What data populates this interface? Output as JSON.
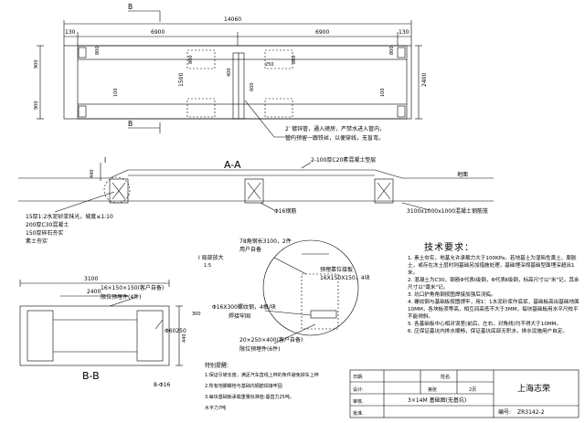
{
  "plan": {
    "section_mark": "B",
    "total_dim": "14060",
    "left_edge_dim": "130",
    "span_1": "6900",
    "span_2": "6900",
    "right_edge_dim": "130",
    "mid_width": "1500",
    "right_width": "2400",
    "left_inner": "800",
    "right_inner": "800",
    "pad_1": "800",
    "pad_2": "800",
    "gap_1": "400",
    "gap_2": "600",
    "wall_dim": "250",
    "small_dim_a": "100",
    "small_dim_b": "100",
    "left_dim": "900",
    "left_dim_2": "900",
    "conduit_note_1": "2′ 镀锌管，通入磅房，严禁水进入管内，",
    "conduit_note_2": "管内预留一跟铁丝，以便穿线，无盲弯。"
  },
  "section_aa": {
    "title": "A-A",
    "marker": "I",
    "floor_note": "2-100厚C20素混凝土垫层",
    "ground_label": "地面",
    "depth": "440",
    "rebar_note": "Φ16钢筋",
    "block_note": "3100x1000x1000混凝土钢筋笼",
    "layer_1": "15厚1:2水泥砂浆抹光，坡度≤1:10",
    "layer_2": "200厚C30混凝土",
    "layer_3": "150厚碎石夯实",
    "layer_4": "素土夯实"
  },
  "detail": {
    "title": "I 局部放大",
    "scale": "1:5",
    "angle_1": "78角钢长3100，2件",
    "angle_2": "用户自备",
    "embed_plate": "预埋靠位接板",
    "embed_spec": "16X150X150，4块",
    "anchor_bolt": "Φ16X300螺纹钢，4根/块",
    "anchor_weld": "焊接牢固",
    "base_plate": "20×250×400(客户自备)",
    "base_plate_2": "限位预埋件(6件)"
  },
  "section_bb": {
    "title": "B-B",
    "width": "3100",
    "inner": "2400",
    "plate_spec": "16×150×150(客户自备)",
    "plate_label": "限位预埋件(4件)",
    "pipe": "Φ60250",
    "bar": "8-Φ16",
    "height": "440",
    "side": "300"
  },
  "special_notes": {
    "title": "特别提醒:",
    "items": [
      "1.保证引坡长度，满足汽车直线上秤的条件避免掉车上秤",
      "2.所有地脚螺栓与基础内钢筋焊接牢固",
      "3.每块基础板承载重量标准值:垂直力25吨，",
      "水平力7吨"
    ]
  },
  "tech_req": {
    "title": "技术要求：",
    "items": [
      "1. 素土夯实，地基允许承载力大于100KPa，若地基土为湿陷性黄土、膨胀土，或存在冻土层时则基础另加措施处理，基础埋深视基础型面埋深超出1米。",
      "2. 混凝土为C30，钢筋Φ代表Ⅰ级钢，Φ代表Ⅱ级钢，标高尺寸以\"米\"记，其余尺寸以\"毫米\"记。",
      "3. 坑口护角角钢按图焊接加强后浇捣。",
      "4. 螺纹钢与基础板按图焊牢，用1：1水泥砂浆作底浆，基础板高出基础地面10MM，各块板须等高，相互间高低不大于3MM，每块基础板用水平尺校平不能倾斜。",
      "5. 各基础板中心相对误差(前后，左右，对角线)均不得大于10MM。",
      "6. 应保证基坑内排水顺畅，保证基坑底部无积水，排水设施用户自定。"
    ]
  },
  "title_block": {
    "date_label": "日期.",
    "name_label": "姓名.",
    "design_label": "设计:",
    "sheet_label": "第张",
    "sheet_of": "2页",
    "review_label": "审核.",
    "drawing_title": "3×14M 基础图(无基坑)",
    "approve_label": "批准.",
    "number_label": "编号:",
    "drawing_number": "ZR3142-2",
    "company": "上海志荣"
  }
}
